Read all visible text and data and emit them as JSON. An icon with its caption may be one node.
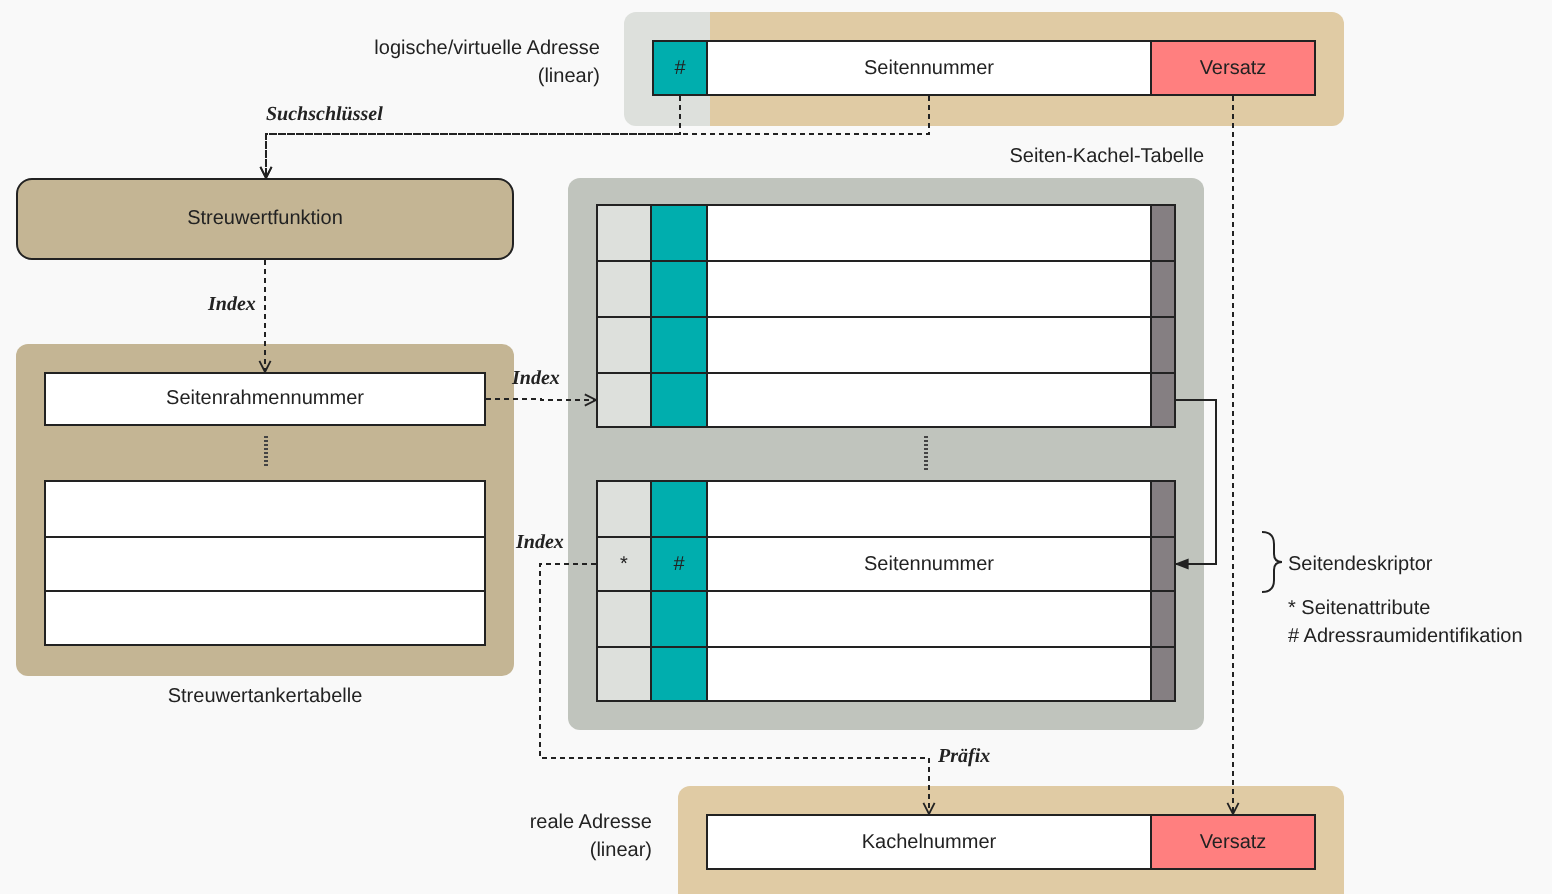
{
  "diagram": {
    "nodes": [
      {
        "text": [
          "logische/virtuelle Adresse (linear)"
        ]
      },
      {
        "text": [
          "#"
        ]
      },
      {
        "text": [
          "Seitennummer"
        ],
        "in": 0
      },
      {
        "text": [
          "Versatz"
        ],
        "in": 0
      },
      {
        "text": [
          "Streuwertfunktion"
        ]
      },
      {
        "text": [
          "Streuwertankertabelle"
        ]
      },
      {
        "text": [
          "Seitenrahmennummer"
        ],
        "in": 5
      },
      {
        "text": [],
        "shape": "box",
        "in": 5
      },
      {
        "text": [],
        "shape": "box",
        "in": 5
      },
      {
        "text": [],
        "shape": "box",
        "in": 5
      },
      {
        "text": [
          "Seiten-Kachel-Tabelle"
        ]
      },
      {
        "text": [],
        "shape": "bar",
        "in": 10
      },
      {
        "text": [],
        "shape": "bar",
        "in": 10
      },
      {
        "text": [],
        "shape": "bar",
        "in": 10
      },
      {
        "text": [],
        "shape": "bar",
        "in": 10
      },
      {
        "text": [],
        "shape": "bar",
        "in": 10
      },
      {
        "text": [
          "*",
          "#",
          "Seitennummer"
        ],
        "in": 10
      },
      {
        "text": [],
        "shape": "bar",
        "in": 10
      },
      {
        "text": [],
        "shape": "bar",
        "in": 10
      },
      {
        "text": [
          "reale Adresse (linear)"
        ]
      },
      {
        "text": [
          "Kachelnummer"
        ],
        "in": 19
      },
      {
        "text": [
          "Versatz"
        ],
        "in": 19
      }
    ],
    "edges": [
      {
        "from": 1,
        "to": 4,
        "arrow": "to",
        "style": "dashed"
      },
      {
        "from": 2,
        "to": 4,
        "arrow": "to",
        "style": "dashed",
        "label": "Suchschlüssel"
      },
      {
        "from": 4,
        "to": 6,
        "arrow": "to",
        "style": "dashed",
        "label": "Index"
      },
      {
        "from": 6,
        "to": 14,
        "arrow": "to",
        "style": "dashed",
        "label": "Index"
      },
      {
        "from": 14,
        "to": 16,
        "arrow": "to"
      },
      {
        "from": 16,
        "to": 20,
        "arrow": "to",
        "style": "dashed",
        "label": "Präfix"
      },
      {
        "from": 3,
        "to": 21,
        "arrow": "to",
        "style": "dashed"
      }
    ],
    "labels": [
      "Index",
      "Seitendeskriptor",
      "* Seitenattribute",
      "# Adressraumidentifikation"
    ]
  }
}
